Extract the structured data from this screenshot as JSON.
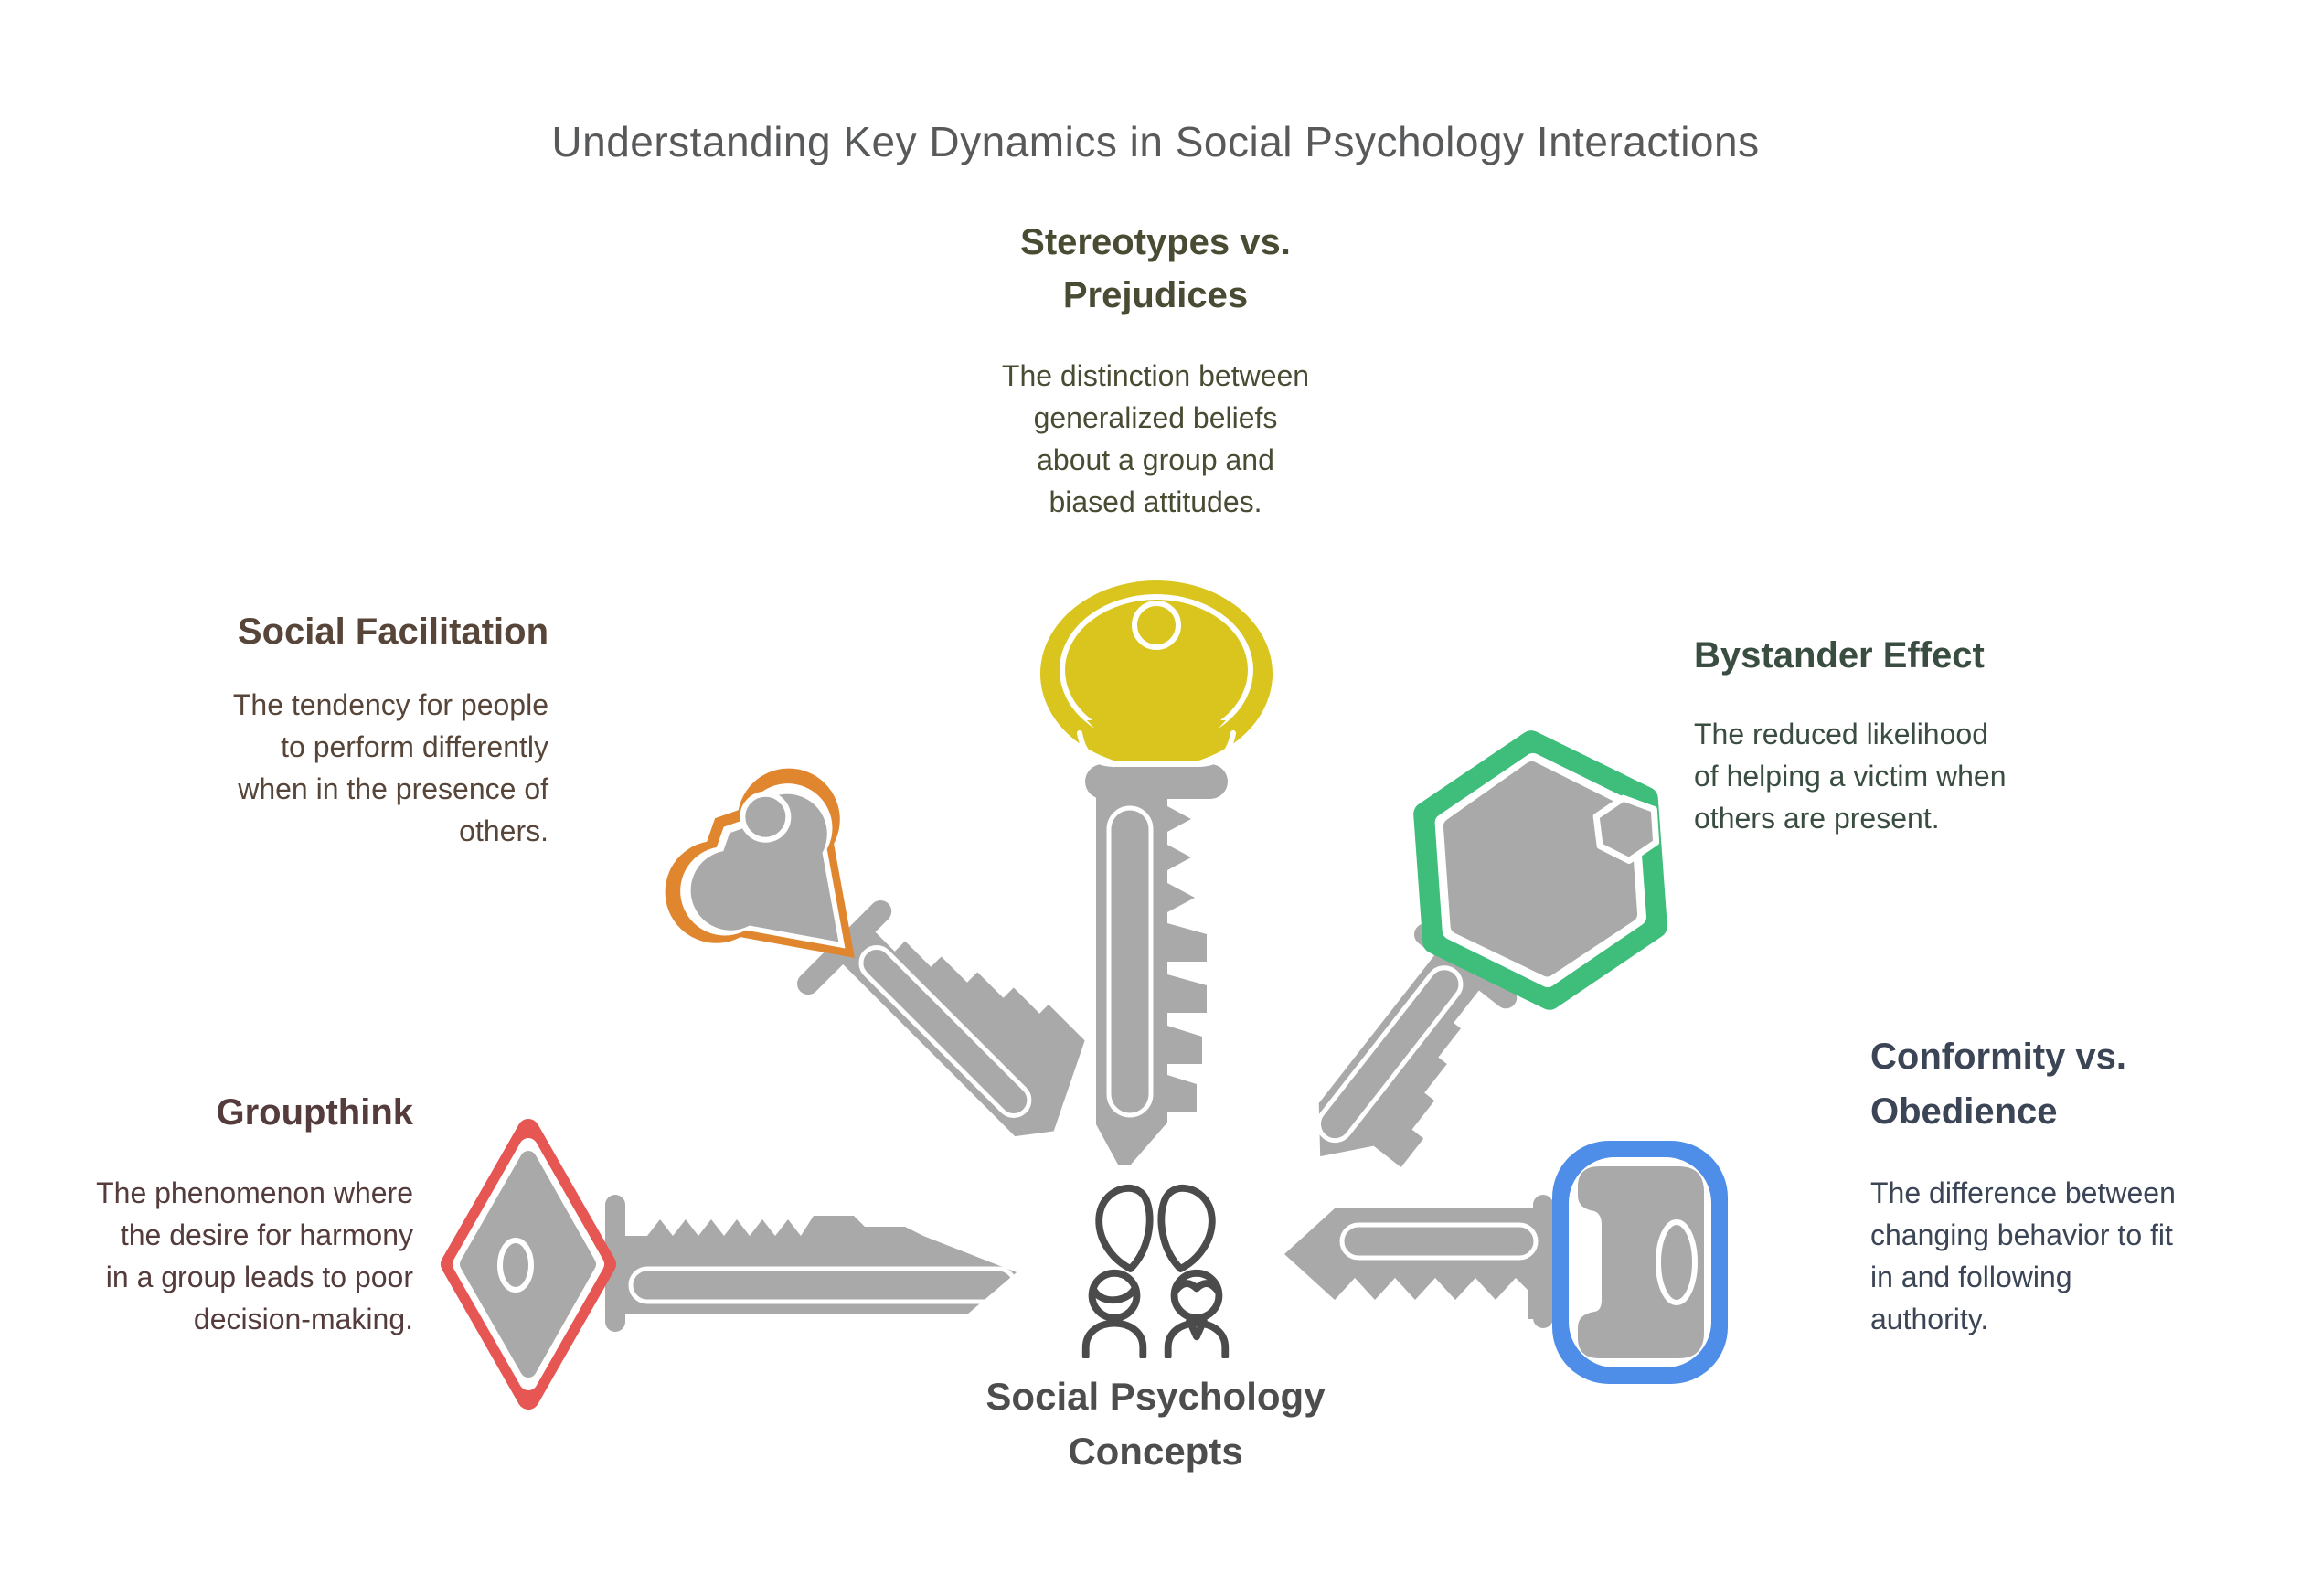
{
  "title": "Understanding Key Dynamics in Social Psychology Interactions",
  "title_color": "#58595B",
  "center": {
    "icon": "people-conversation-icon",
    "label_lines": [
      "Social Psychology",
      "Concepts"
    ],
    "label_color": "#4D4D4D",
    "key_metal_color": "#A9A9A9"
  },
  "concepts": [
    {
      "id": "stereotypes-vs-prejudices",
      "position": "top",
      "key_shape": "round-head-key",
      "key_color": "#D9C51E",
      "text_color": "#4A4B33",
      "heading_lines": [
        "Stereotypes vs.",
        "Prejudices"
      ],
      "description_lines": [
        "The distinction between",
        "generalized beliefs",
        "about a group and",
        "biased attitudes."
      ]
    },
    {
      "id": "social-facilitation",
      "position": "upper-left",
      "key_shape": "clover-head-key",
      "key_color": "#E0862F",
      "text_color": "#564538",
      "heading_lines": [
        "Social Facilitation"
      ],
      "description_lines": [
        "The tendency for people",
        "to perform differently",
        "when in the presence of",
        "others."
      ]
    },
    {
      "id": "bystander-effect",
      "position": "upper-right",
      "key_shape": "hexagon-head-key",
      "key_color": "#3EBD7B",
      "text_color": "#3A4D41",
      "heading_lines": [
        "Bystander Effect"
      ],
      "description_lines": [
        "The reduced likelihood",
        "of helping a victim when",
        "others are present."
      ]
    },
    {
      "id": "groupthink",
      "position": "lower-left",
      "key_shape": "diamond-head-key",
      "key_color": "#E65653",
      "text_color": "#553C3C",
      "heading_lines": [
        "Groupthink"
      ],
      "description_lines": [
        "The phenomenon where",
        "the desire for harmony",
        "in a group leads to poor",
        "decision-making."
      ]
    },
    {
      "id": "conformity-vs-obedience",
      "position": "lower-right",
      "key_shape": "rounded-square-head-key",
      "key_color": "#4E8DE8",
      "text_color": "#3B4556",
      "heading_lines": [
        "Conformity vs.",
        "Obedience"
      ],
      "description_lines": [
        "The difference between",
        "changing behavior to fit",
        "in and following",
        "authority."
      ]
    }
  ]
}
